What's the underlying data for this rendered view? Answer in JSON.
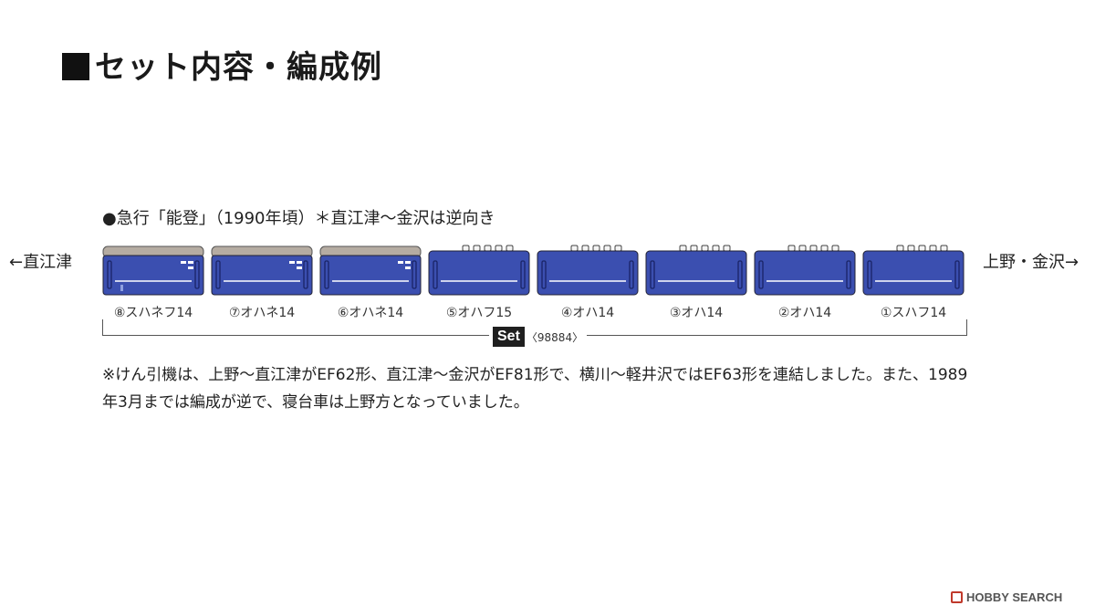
{
  "heading": "セット内容・編成例",
  "train_title": "●急行「能登」（1990年頃）＊直江津～金沢は逆向き",
  "direction_left": "←直江津",
  "direction_right": "上野・金沢→",
  "cars": [
    {
      "label": "⑧スハネフ14",
      "kind": "sleeper"
    },
    {
      "label": "⑦オハネ14",
      "kind": "sleeper"
    },
    {
      "label": "⑥オハネ14",
      "kind": "sleeper"
    },
    {
      "label": "⑤オハフ15",
      "kind": "seat"
    },
    {
      "label": "④オハ14",
      "kind": "seat"
    },
    {
      "label": "③オハ14",
      "kind": "seat"
    },
    {
      "label": "②オハ14",
      "kind": "seat"
    },
    {
      "label": "①スハフ14",
      "kind": "seat"
    }
  ],
  "set_badge": "Set",
  "set_number": "〈98884〉",
  "note": "※けん引機は、上野～直江津がEF62形、直江津～金沢がEF81形で、横川～軽井沢ではEF63形を連結しました。また、1989年3月までは編成が逆で、寝台車は上野方となっていました。",
  "logo": "HOBBY SEARCH",
  "colors": {
    "car_body": "#3b4fb0",
    "car_roof_sleeper": "#b5aca2",
    "stripe": "#ffffff"
  }
}
